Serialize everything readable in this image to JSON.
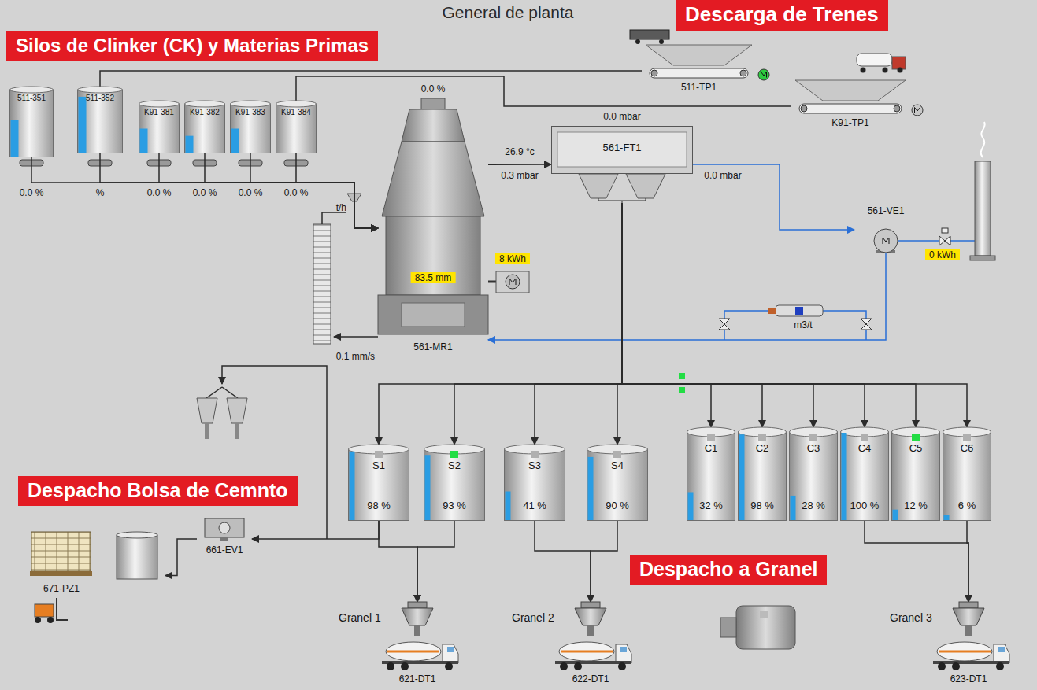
{
  "diagram": {
    "title": "General de planta",
    "nodes": [
      {
        "text": [
          "Descarga de Trenes"
        ]
      },
      {
        "text": [
          "Silos de Clinker (CK) y Materias Primas"
        ]
      },
      {
        "text": [
          "511-351"
        ]
      },
      {
        "text": [
          "511-352"
        ]
      },
      {
        "text": [
          "K91-381"
        ]
      },
      {
        "text": [
          "K91-382"
        ]
      },
      {
        "text": [
          "K91-383"
        ]
      },
      {
        "text": [
          "K91-384"
        ]
      },
      {
        "text": [
          "511-TP1"
        ]
      },
      {
        "text": [
          "K91-TP1"
        ]
      },
      {
        "text": [
          "561-MR1"
        ]
      },
      {
        "text": [
          "561-FT1"
        ]
      },
      {
        "text": [
          "561-VE1"
        ]
      },
      {
        "text": [
          "Despacho Bolsa de Cemnto"
        ]
      },
      {
        "text": [
          "S1",
          "98 %"
        ]
      },
      {
        "text": [
          "S2",
          "93 %"
        ]
      },
      {
        "text": [
          "S3",
          "41 %"
        ]
      },
      {
        "text": [
          "S4",
          "90 %"
        ]
      },
      {
        "text": [
          "C1",
          "32 %"
        ]
      },
      {
        "text": [
          "C2",
          "98 %"
        ]
      },
      {
        "text": [
          "C3",
          "28 %"
        ]
      },
      {
        "text": [
          "C4",
          "100 %"
        ]
      },
      {
        "text": [
          "C5",
          "12 %"
        ]
      },
      {
        "text": [
          "C6",
          "6 %"
        ]
      },
      {
        "text": [
          "661-EV1"
        ]
      },
      {
        "text": [
          "671-PZ1"
        ]
      },
      {
        "text": [
          "Despacho a Granel"
        ]
      },
      {
        "text": [
          "Granel 1",
          "621-DT1"
        ]
      },
      {
        "text": [
          "Granel 2",
          "622-DT1"
        ]
      },
      {
        "text": [
          "Granel 3",
          "623-DT1"
        ]
      }
    ],
    "edges": [
      {
        "from": 8,
        "to": 3,
        "arrow": "none"
      },
      {
        "from": 9,
        "to": 7,
        "arrow": "none"
      },
      {
        "from": 2,
        "to": 10,
        "arrow": "to"
      },
      {
        "from": 3,
        "to": 10,
        "arrow": "to"
      },
      {
        "from": 4,
        "to": 10,
        "arrow": "to"
      },
      {
        "from": 5,
        "to": 10,
        "arrow": "to"
      },
      {
        "from": 6,
        "to": 10,
        "arrow": "to"
      },
      {
        "from": 7,
        "to": 10,
        "arrow": "to"
      },
      {
        "from": 10,
        "to": 11,
        "arrow": "to"
      },
      {
        "from": 11,
        "to": 12,
        "arrow": "to"
      },
      {
        "from": 12,
        "to": 10,
        "arrow": "to"
      },
      {
        "from": 11,
        "to": 14,
        "arrow": "to"
      },
      {
        "from": 11,
        "to": 15,
        "arrow": "to"
      },
      {
        "from": 11,
        "to": 16,
        "arrow": "to"
      },
      {
        "from": 11,
        "to": 17,
        "arrow": "to"
      },
      {
        "from": 11,
        "to": 18,
        "arrow": "to"
      },
      {
        "from": 11,
        "to": 19,
        "arrow": "to"
      },
      {
        "from": 11,
        "to": 20,
        "arrow": "to"
      },
      {
        "from": 11,
        "to": 21,
        "arrow": "to"
      },
      {
        "from": 11,
        "to": 22,
        "arrow": "to"
      },
      {
        "from": 11,
        "to": 23,
        "arrow": "to"
      },
      {
        "from": 14,
        "to": 24,
        "arrow": "to"
      },
      {
        "from": 24,
        "to": 25,
        "arrow": "to"
      },
      {
        "from": 14,
        "to": 27,
        "arrow": "to"
      },
      {
        "from": 15,
        "to": 27,
        "arrow": "to"
      },
      {
        "from": 16,
        "to": 28,
        "arrow": "to"
      },
      {
        "from": 17,
        "to": 28,
        "arrow": "to"
      },
      {
        "from": 21,
        "to": 29,
        "arrow": "to"
      },
      {
        "from": 23,
        "to": 29,
        "arrow": "to"
      }
    ],
    "labels": [
      "0.0 %",
      "%",
      "0.0 %",
      "0.0 %",
      "0.0 %",
      "0.0 %",
      "t/h",
      "0.0 %",
      "26.9 °c",
      "0.0 mbar",
      "0.3 mbar",
      "0.0 mbar",
      "83.5 mm",
      "8 kWh",
      "0 kWh",
      "0.1 mm/s",
      "m3/t"
    ]
  }
}
